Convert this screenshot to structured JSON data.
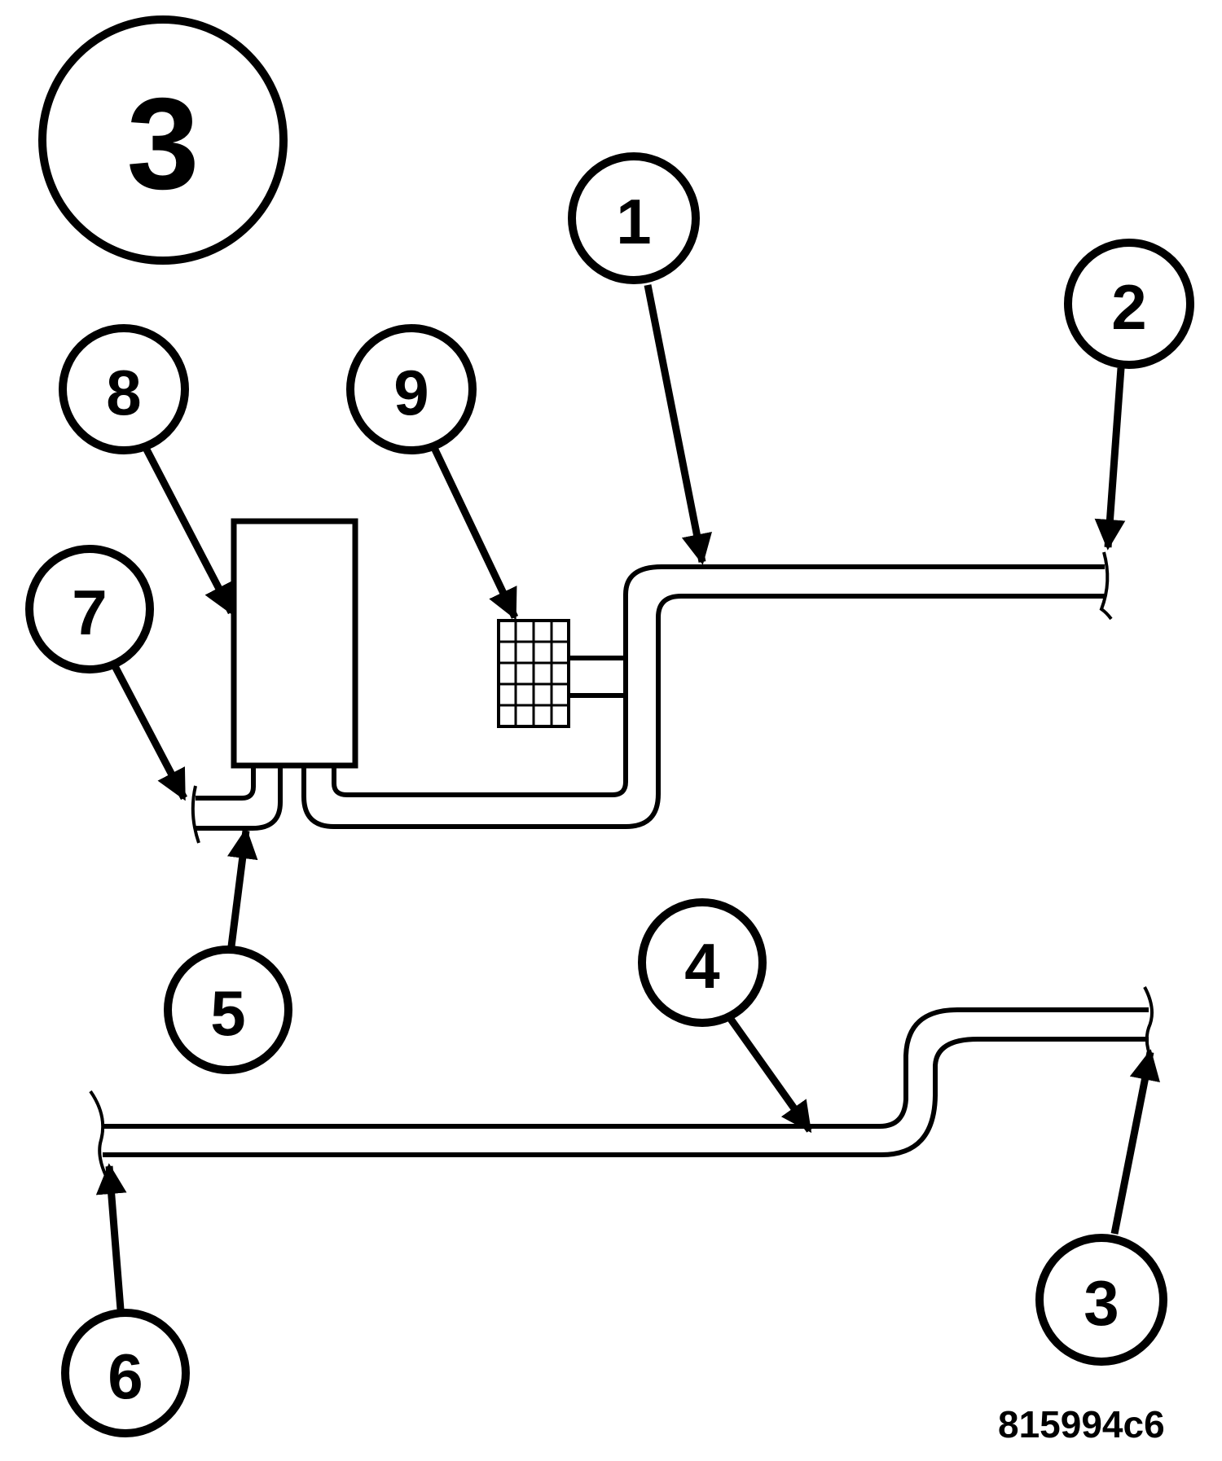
{
  "view_number": "3",
  "callouts": {
    "c1": "1",
    "c2": "2",
    "c3": "3",
    "c4": "4",
    "c5": "5",
    "c6": "6",
    "c7": "7",
    "c8": "8",
    "c9": "9"
  },
  "figure_code": "815994c6",
  "colors": {
    "ink": "#000000",
    "paper": "#ffffff"
  }
}
